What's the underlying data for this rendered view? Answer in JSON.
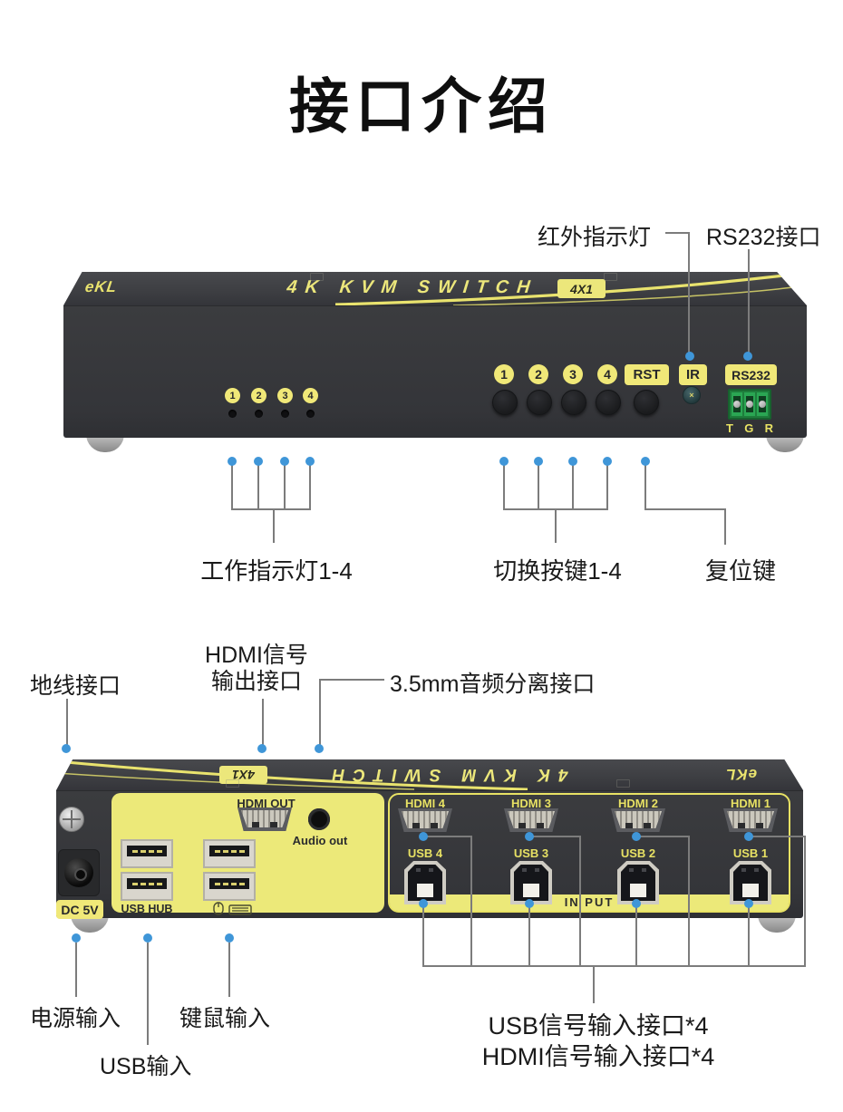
{
  "title": "接口介绍",
  "device_front": {
    "brand": "eKL",
    "name": "4K KVM SWITCH",
    "badge": "4X1",
    "leds": [
      "1",
      "2",
      "3",
      "4"
    ],
    "buttons": [
      "1",
      "2",
      "3",
      "4"
    ],
    "rst_label": "RST",
    "ir_label": "IR",
    "ir_mark": "×",
    "rs232_label": "RS232",
    "pin_t": "T",
    "pin_g": "G",
    "pin_r": "R"
  },
  "device_rear": {
    "brand": "eKL",
    "name": "4K KVM SWITCH",
    "badge": "4X1",
    "dc_label": "DC 5V",
    "usb_hub_label": "USB HUB",
    "hdmi_out_label": "HDMI OUT",
    "audio_out_label": "Audio out",
    "input_label": "IN PUT",
    "hdmi_inputs": [
      "HDMI 4",
      "HDMI 3",
      "HDMI 2",
      "HDMI 1"
    ],
    "usb_inputs": [
      "USB 4",
      "USB 3",
      "USB 2",
      "USB 1"
    ]
  },
  "callouts": {
    "ir_indicator": "红外指示灯",
    "rs232_port": "RS232接口",
    "work_leds": "工作指示灯1-4",
    "switch_buttons": "切换按键1-4",
    "reset_key": "复位键",
    "ground_port": "地线接口",
    "hdmi_out_line1": "HDMI信号",
    "hdmi_out_line2": "输出接口",
    "audio_split": "3.5mm音频分离接口",
    "power_in": "电源输入",
    "usb_in": "USB输入",
    "kb_mouse_in": "键鼠输入",
    "usb_signal_in": "USB信号输入接口*4",
    "hdmi_signal_in": "HDMI信号输入接口*4"
  },
  "colors": {
    "accent_yellow": "#ece979",
    "dot_blue": "#3f96d8",
    "device_dark": "#37383b",
    "terminal_green": "#2aa653"
  }
}
